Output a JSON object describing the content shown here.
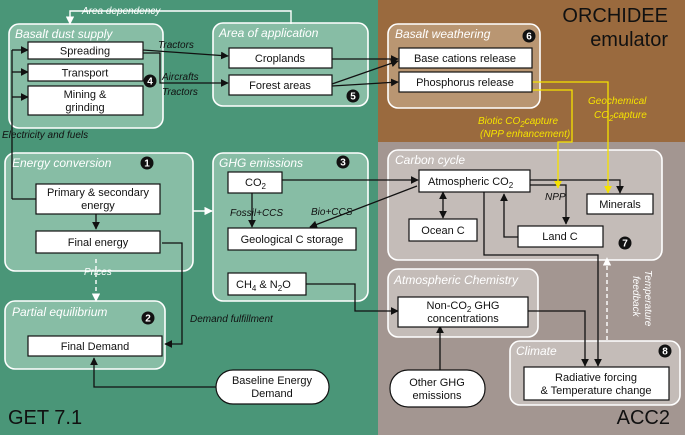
{
  "regions": {
    "get_label": "GET 7.1",
    "orchidee_label_1": "ORCHIDEE",
    "orchidee_label_2": "emulator",
    "acc2_label": "ACC2"
  },
  "colors": {
    "get_bg": "#4a9678",
    "orchidee_bg": "#9a6a3e",
    "acc2_bg": "#a39691",
    "yellow": "#f5e200"
  },
  "panels": {
    "basalt_dust": {
      "title": "Basalt dust supply",
      "number": "4"
    },
    "area_app": {
      "title": "Area of application",
      "number": "5"
    },
    "basalt_weather": {
      "title": "Basalt weathering",
      "number": "6"
    },
    "energy_conv": {
      "title": "Energy conversion",
      "number": "1"
    },
    "ghg": {
      "title": "GHG emissions",
      "number": "3"
    },
    "carbon_cycle": {
      "title": "Carbon cycle",
      "number": "7"
    },
    "partial_eq": {
      "title": "Partial equilibrium",
      "number": "2"
    },
    "atm_chem": {
      "title": "Atmospheric Chemistry"
    },
    "climate": {
      "title": "Climate",
      "number": "8"
    }
  },
  "boxes": {
    "spreading": "Spreading",
    "transport": "Transport",
    "mining_1": "Mining &",
    "mining_2": "grinding",
    "croplands": "Croplands",
    "forest": "Forest areas",
    "base_cations": "Base cations release",
    "phosphorus": "Phosphorus release",
    "primary_1": "Primary & secondary",
    "primary_2": "energy",
    "final_energy": "Final energy",
    "co2": "CO",
    "co2_sub": "2",
    "geo_storage": "Geological C storage",
    "ch4": "CH",
    "ch4_sub": "4",
    "ch4_rest": " & N",
    "n2o_sub": "2",
    "n2o_o": "O",
    "atm_co2": "Atmospheric CO",
    "atm_co2_sub": "2",
    "minerals": "Minerals",
    "ocean_c": "Ocean C",
    "land_c": "Land C",
    "final_demand": "Final Demand",
    "nonco2_1": "Non-CO",
    "nonco2_sub": "2",
    "nonco2_rest": " GHG",
    "nonco2_2": "concentrations",
    "baseline_1": "Baseline Energy",
    "baseline_2": "Demand",
    "other_ghg_1": "Other GHG",
    "other_ghg_2": "emissions",
    "radiative_1": "Radiative forcing",
    "radiative_2": "& Temperature change"
  },
  "labels": {
    "area_dependency": "Area dependency",
    "tractors_1": "Tractors",
    "aircrafts": "Aircrafts",
    "tractors_2": "Tractors",
    "electricity": "Electricity and fuels",
    "prices": "Prices",
    "demand_fulfillment": "Demand fulfillment",
    "fossil_ccs": "Fossil+CCS",
    "bio_ccs": "Bio+CCS",
    "npp": "NPP",
    "geochem_1": "Geochemical",
    "geochem_2": "CO",
    "geochem_sub": "2",
    "geochem_3": "capture",
    "biotic_1": "Biotic CO",
    "biotic_sub": "2",
    "biotic_2": "capture",
    "biotic_3": "(NPP enhancement)",
    "temperature": "Temperature",
    "feedback": "feedback"
  }
}
